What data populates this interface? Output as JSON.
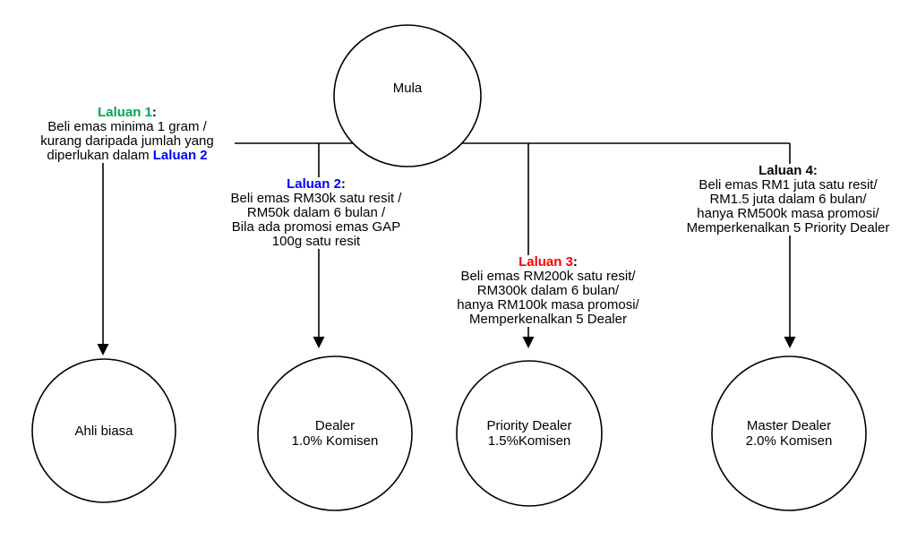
{
  "start": {
    "label": "Mula"
  },
  "path1": {
    "title": "Laluan 1",
    "colon": ":",
    "line1": "Beli emas minima 1 gram /",
    "line2": "kurang daripada jumlah yang",
    "line3_prefix": "diperlukan dalam ",
    "line3_link": "Laluan 2"
  },
  "path2": {
    "title": "Laluan 2",
    "colon": ":",
    "line1": "Beli emas RM30k satu resit /",
    "line2": "RM50k dalam 6 bulan /",
    "line3": "Bila ada promosi emas GAP",
    "line4": "100g satu resit"
  },
  "path3": {
    "title": "Laluan 3",
    "colon": ":",
    "line1": "Beli emas RM200k satu resit/",
    "line2": "RM300k dalam 6 bulan/",
    "line3": "hanya RM100k masa promosi/",
    "line4": "Memperkenalkan 5 Dealer"
  },
  "path4": {
    "title": "Laluan 4",
    "colon": ":",
    "line1": "Beli emas RM1 juta satu resit/",
    "line2": "RM1.5 juta dalam 6 bulan/",
    "line3": "hanya RM500k masa promosi/",
    "line4": "Memperkenalkan 5 Priority Dealer"
  },
  "node1": {
    "line1": "Ahli biasa"
  },
  "node2": {
    "line1": "Dealer",
    "line2": "1.0% Komisen"
  },
  "node3": {
    "line1": "Priority Dealer",
    "line2": "1.5%Komisen"
  },
  "node4": {
    "line1": "Master Dealer",
    "line2": "2.0% Komisen"
  },
  "colors": {
    "path1_title": "#00a651",
    "path2_title": "#0000ff",
    "path3_title": "#ff0000",
    "path4_title": "#000000",
    "laluan2_reference": "#0000ff",
    "line_color": "#000000",
    "node_fill": "#ffffff"
  }
}
